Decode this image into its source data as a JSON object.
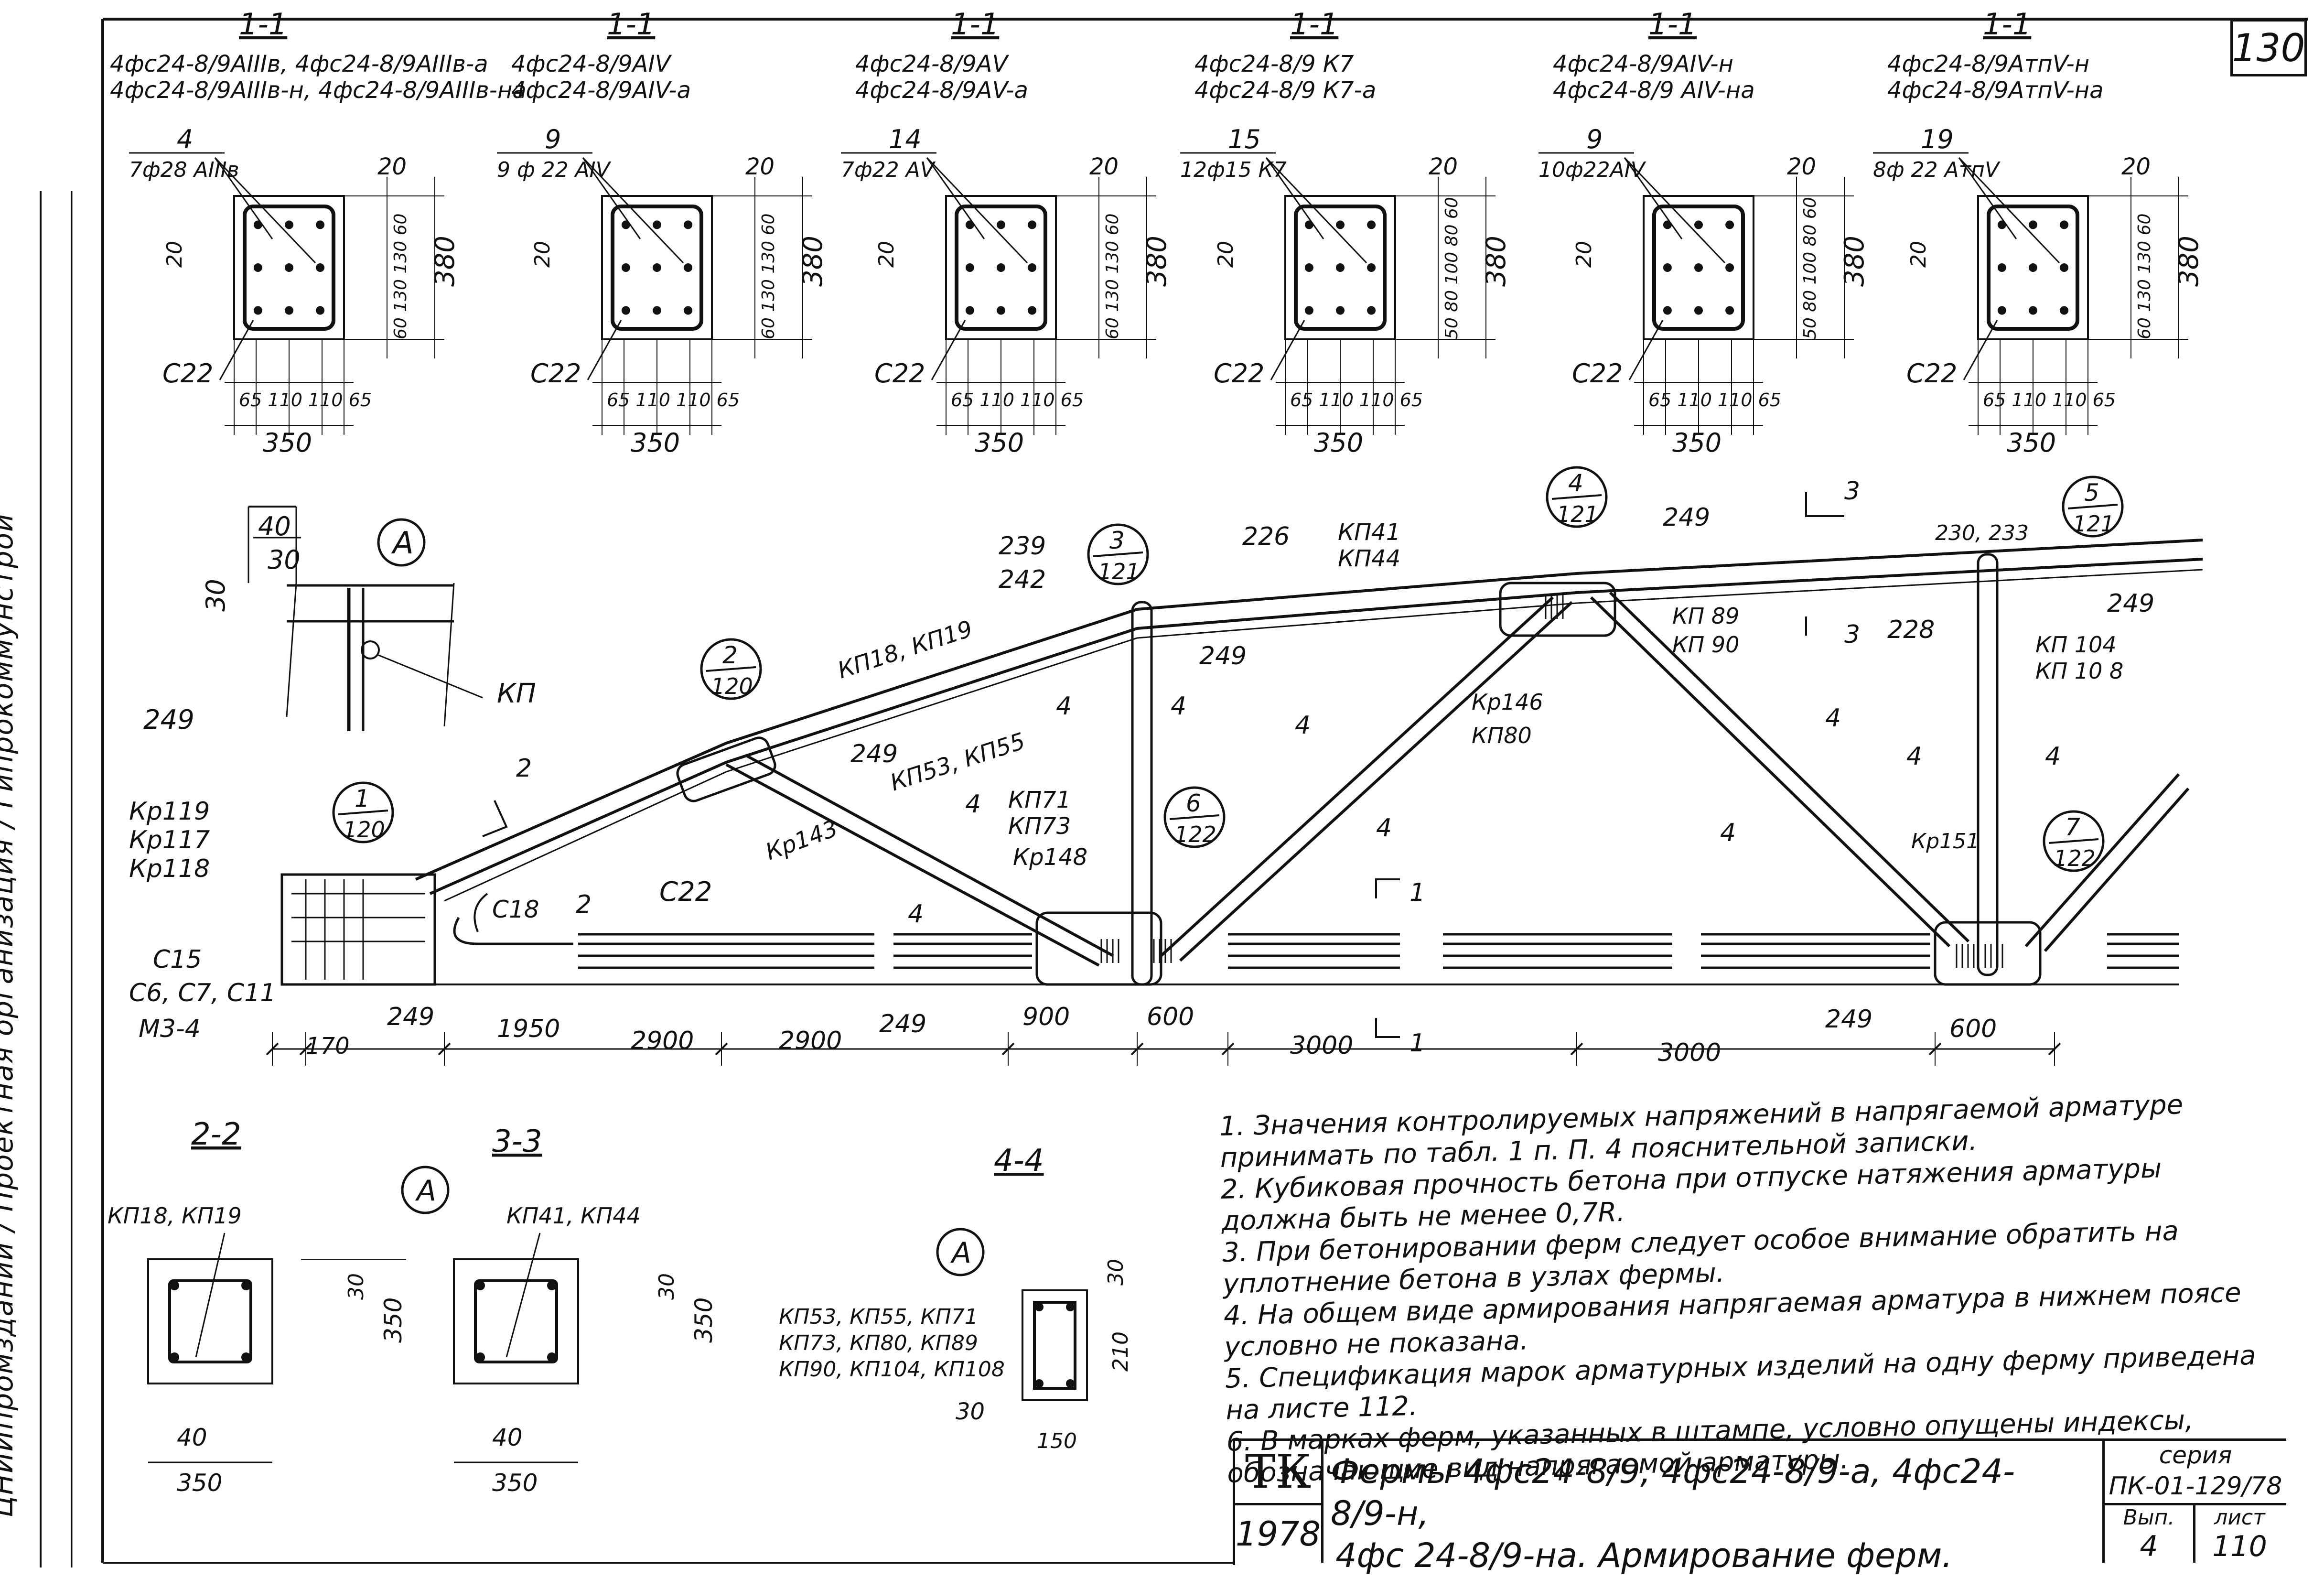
{
  "sheet": {
    "number": "130",
    "left_strip": "ЦНИИпромзданий / Проектная организация / Гипрокоммунстрой",
    "sections_top": [
      {
        "cut": "1-1",
        "marks": [
          "4фс24-8/9АIIIв, 4фс24-8/9АIIIв-а",
          "4фс24-8/9АIIIв-н, 4фс24-8/9АIIIв-на"
        ],
        "bars": "4",
        "bars_spec": "7ф28 АIIIв",
        "c22": "C22",
        "h": "380",
        "w": "350",
        "grid": [
          "65",
          "110",
          "110",
          "65"
        ],
        "cover": "20",
        "vdims": [
          "60",
          "130",
          "130",
          "60"
        ]
      },
      {
        "cut": "1-1",
        "marks": [
          "4фс24-8/9АIV",
          "4фс24-8/9АIV-а"
        ],
        "bars": "9",
        "bars_spec": "9 ф 22 АIV",
        "c22": "C22",
        "h": "380",
        "w": "350",
        "grid": [
          "65",
          "110",
          "110",
          "65"
        ],
        "cover": "20",
        "vdims": [
          "60",
          "130",
          "130",
          "60"
        ]
      },
      {
        "cut": "1-1",
        "marks": [
          "4фс24-8/9АV",
          "4фс24-8/9АV-а"
        ],
        "bars": "14",
        "bars_spec": "7ф22 АV",
        "c22": "C22",
        "h": "380",
        "w": "350",
        "grid": [
          "65",
          "110",
          "110",
          "65"
        ],
        "cover": "20",
        "vdims": [
          "60",
          "130",
          "130",
          "60"
        ]
      },
      {
        "cut": "1-1",
        "marks": [
          "4фс24-8/9 К7",
          "4фс24-8/9 К7-а"
        ],
        "bars": "15",
        "bars_spec": "12ф15 К7",
        "c22": "C22",
        "h": "380",
        "w": "350",
        "grid": [
          "65",
          "110",
          "110",
          "65"
        ],
        "cover": "20",
        "vdims": [
          "50",
          "80",
          "100",
          "80",
          "60"
        ]
      },
      {
        "cut": "1-1",
        "marks": [
          "4фс24-8/9АIV-н",
          "4фс24-8/9 АIV-на"
        ],
        "bars": "9",
        "bars_spec": "10ф22АIV",
        "c22": "C22",
        "h": "380",
        "w": "350",
        "grid": [
          "65",
          "110",
          "110",
          "65"
        ],
        "cover": "20",
        "vdims": [
          "50",
          "80",
          "100",
          "80",
          "60"
        ]
      },
      {
        "cut": "1-1",
        "marks": [
          "4фс24-8/9АтпV-н",
          "4фс24-8/9АтпV-на"
        ],
        "bars": "19",
        "bars_spec": "8ф 22 АтпV",
        "c22": "C22",
        "h": "380",
        "w": "350",
        "grid": [
          "65",
          "110",
          "110",
          "65"
        ],
        "cover": "20",
        "vdims": [
          "60",
          "130",
          "130",
          "60"
        ]
      }
    ],
    "detail_a": {
      "label": "A",
      "d1": "40",
      "d2": "30",
      "d3": "30",
      "kp": "КП"
    },
    "truss": {
      "nodes": [
        {
          "top": "1",
          "bottom": "120"
        },
        {
          "top": "2",
          "bottom": "120"
        },
        {
          "top": "3",
          "bottom": "121"
        },
        {
          "top": "4",
          "bottom": "121"
        },
        {
          "top": "5",
          "bottom": "121"
        },
        {
          "top": "6",
          "bottom": "122"
        },
        {
          "top": "7",
          "bottom": "122"
        }
      ],
      "labels": {
        "l249": "249",
        "kp119": "Кр119",
        "kp117": "Кр117",
        "kp118": "Кр118",
        "c15": "С15",
        "c6": "С6, С7, С11",
        "m3": "М3-4",
        "c18": "С18",
        "c22": "С22",
        "kp143": "Кр143",
        "kp148": "Кр148",
        "kp151": "Кр151",
        "kp18": "КП18, КП19",
        "kp53": "КП53, КП55",
        "kp71": "КП71",
        "kp73": "КП73",
        "kp41": "КП41",
        "kp44": "КП44",
        "kp146": "Кр146",
        "kp80": "КП80",
        "kp89": "КП 89",
        "kp90": "КП 90",
        "kp104": "КП 104",
        "kp108": "КП 10 8",
        "l239": "239",
        "l242": "242",
        "l226": "226",
        "l228": "228",
        "l230": "230, 233",
        "cut2": "2",
        "cut3": "3",
        "cut4": "4",
        "cut1": "1"
      },
      "dims": [
        "170",
        "1950",
        "2900",
        "2900",
        "900",
        "600",
        "3000",
        "3000",
        "600"
      ]
    },
    "bottom_sections": {
      "s22": {
        "title": "2-2",
        "label": "КП18, КП19",
        "d30": "30",
        "d350": "350",
        "d40": "40",
        "w": "350"
      },
      "s33": {
        "title": "3-3",
        "label": "КП41, КП44",
        "d30": "30",
        "d350": "350",
        "d40": "40",
        "w": "350"
      },
      "s44": {
        "title": "4-4",
        "labels": [
          "КП53, КП55, КП71",
          "КП73, КП80, КП89",
          "КП90, КП104, КП108"
        ],
        "d30": "30",
        "d210": "210",
        "d30b": "30",
        "d150": "150"
      },
      "a_marks": [
        "A",
        "A"
      ]
    },
    "notes": [
      "1. Значения контролируемых напряжений в напрягаемой арматуре принимать по табл. 1 п. П. 4 пояснительной записки.",
      "2. Кубиковая прочность бетона при отпуске натяжения арматуры должна быть не менее 0,7R.",
      "3. При бетонировании ферм следует особое внимание обратить на уплотнение бетона в узлах фермы.",
      "4. На общем виде армирования напрягаемая арматура в нижнем поясе условно не показана.",
      "5. Спецификация марок арматурных изделий на одну ферму приведена на листе 112.",
      "6. В марках ферм, указанных в штампе, условно опущены индексы, обозначающие вид напрягаемой арматуры."
    ],
    "title_block": {
      "org": "ТК",
      "year": "1978",
      "title_line1": "Фермы 4фс24-8/9, 4фс24-8/9-а, 4фс24-8/9-н,",
      "title_line2": "4фс 24-8/9-на. Армирование ферм.",
      "series_label": "серия",
      "series": "ПК-01-129/78",
      "issue_label": "Вып.",
      "issue": "4",
      "sheet_label": "лист",
      "sheet": "110"
    }
  }
}
